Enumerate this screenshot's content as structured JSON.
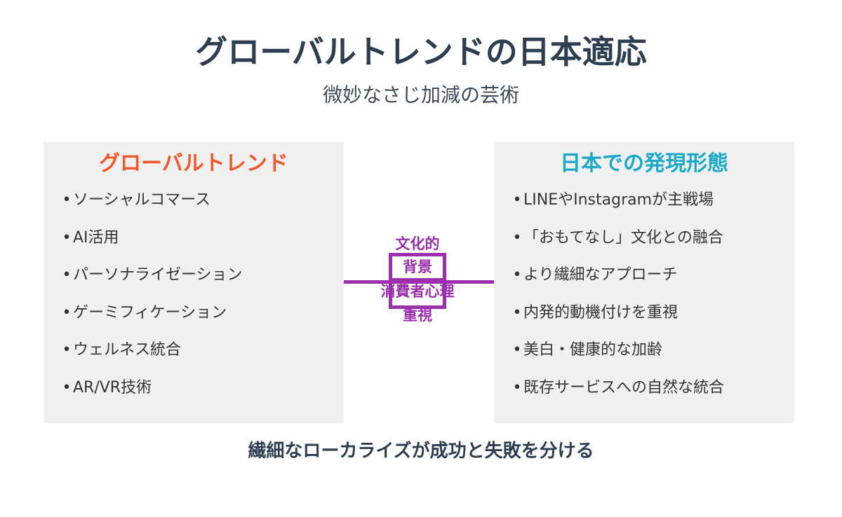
{
  "header": {
    "title": "グローバルトレンドの日本適応",
    "subtitle": "微妙なさじ加減の芸術"
  },
  "left_panel": {
    "title": "グローバルトレンド",
    "bullet": "•",
    "items": [
      "ソーシャルコマース",
      "AI活用",
      "パーソナライゼーション",
      "ゲーミフィケーション",
      "ウェルネス統合",
      "AR/VR技術"
    ]
  },
  "right_panel": {
    "title": "日本での発現形態",
    "bullet": "•",
    "items": [
      "LINEやInstagramが主戦場",
      "「おもてなし」文化との融合",
      "より繊細なアプローチ",
      "内発的動機付けを重視",
      "美白・健康的な加齢",
      "既存サービスへの自然な統合"
    ]
  },
  "center": {
    "lines": [
      "文化的",
      "背景",
      "消費者心理",
      "重視"
    ],
    "accent_color": "#9b2fae"
  },
  "footer": {
    "text": "繊細なローカライズが成功と失敗を分ける"
  },
  "colors": {
    "left_title": "#f0582a",
    "right_title": "#1aa9c9",
    "panel_bg": "#f0f0f0",
    "heading": "#2c3e50"
  }
}
